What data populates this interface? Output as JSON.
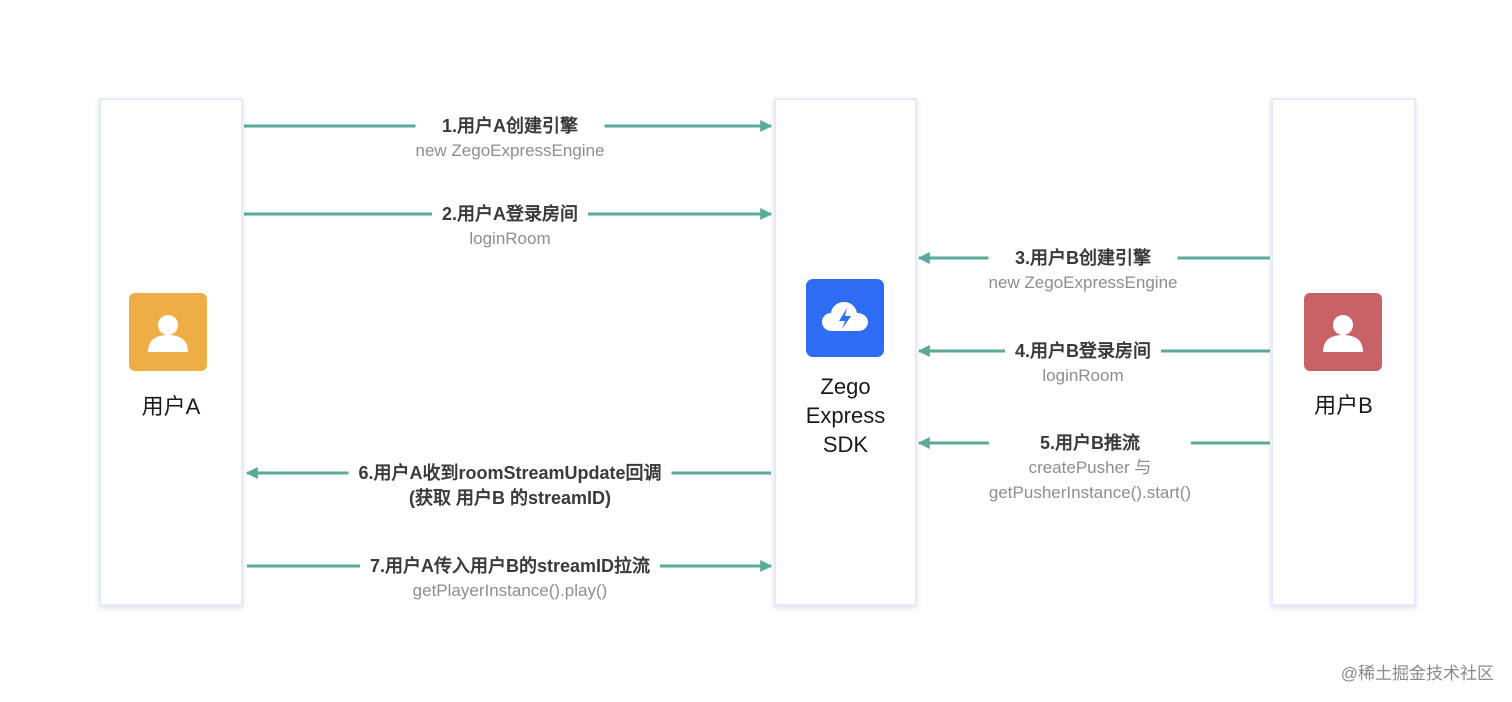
{
  "participants": {
    "user_a": {
      "label": "用户A",
      "color": "#efad45"
    },
    "sdk": {
      "label_lines": [
        "Zego",
        "Express",
        "SDK"
      ],
      "color": "#2e6cf4"
    },
    "user_b": {
      "label": "用户B",
      "color": "#c96267"
    }
  },
  "steps": [
    {
      "title": "1.用户A创建引擎",
      "api": "new ZegoExpressEngine"
    },
    {
      "title": "2.用户A登录房间",
      "api": "loginRoom"
    },
    {
      "title": "3.用户B创建引擎",
      "api": "new ZegoExpressEngine"
    },
    {
      "title": "4.用户B登录房间",
      "api": "loginRoom"
    },
    {
      "title": "5.用户B推流",
      "api_lines": [
        "createPusher 与",
        "getPusherInstance().start()"
      ]
    },
    {
      "title_lines": [
        "6.用户A收到roomStreamUpdate回调",
        "(获取 用户B 的streamID)"
      ]
    },
    {
      "title": "7.用户A传入用户B的streamID拉流",
      "api": "getPlayerInstance().play()"
    }
  ],
  "arrow_color": "#5aaa9a",
  "watermark": "@稀土掘金技术社区"
}
